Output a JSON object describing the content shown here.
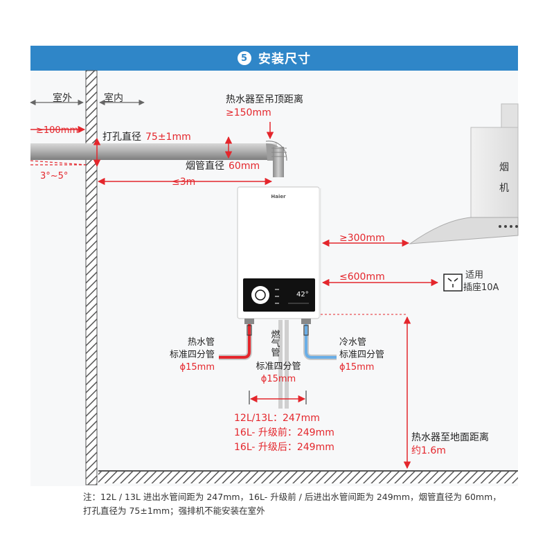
{
  "header": {
    "step_number": "5",
    "title": "安装尺寸"
  },
  "labels": {
    "outdoor": "室外",
    "indoor": "室内",
    "clearance_ceiling_line1": "热水器至吊顶距离",
    "clearance_ceiling_line2": "≥150mm",
    "wall_protrusion": "≥100mm",
    "hole_diameter_label": "打孔直径",
    "hole_diameter_value": "75±1mm",
    "flue_diameter_label": "烟管直径",
    "flue_diameter_value": "60mm",
    "slope": "3°~5°",
    "flue_length": "≤3m",
    "hood_distance": "≥300mm",
    "socket_distance": "≤600mm",
    "socket_line1": "适用",
    "socket_line2": "插座10A",
    "hood_char1": "烟",
    "hood_char2": "机",
    "hot_pipe_line1": "热水管",
    "hot_pipe_line2": "标准四分管",
    "hot_pipe_line3": "ϕ15mm",
    "gas_pipe_vertical": "燃气管",
    "gas_pipe_line2": "标准四分管",
    "gas_pipe_line3": "ϕ15mm",
    "cold_pipe_line1": "冷水管",
    "cold_pipe_line2": "标准四分管",
    "cold_pipe_line3": "ϕ15mm",
    "spacing_line1": "12L/13L：247mm",
    "spacing_line2": "16L- 升级前：249mm",
    "spacing_line3": "16L- 升级后：249mm",
    "floor_distance_line1": "热水器至地面距离",
    "floor_distance_line2": "约1.6m",
    "brand": "Haier",
    "display_temp": "42°"
  },
  "note": {
    "line1": "注：12L / 13L 进出水管间距为 247mm，16L- 升级前 / 后进出水管间距为 249mm，烟管直径为 60mm，",
    "line2": "打孔直径为 75±1mm；强排机不能安装在室外"
  },
  "colors": {
    "header_blue": "#2f86c8",
    "dimension_red": "#e4262c",
    "wall_gray": "#555555",
    "hot_pipe": "#e4262c",
    "cold_pipe": "#6aaee6"
  }
}
